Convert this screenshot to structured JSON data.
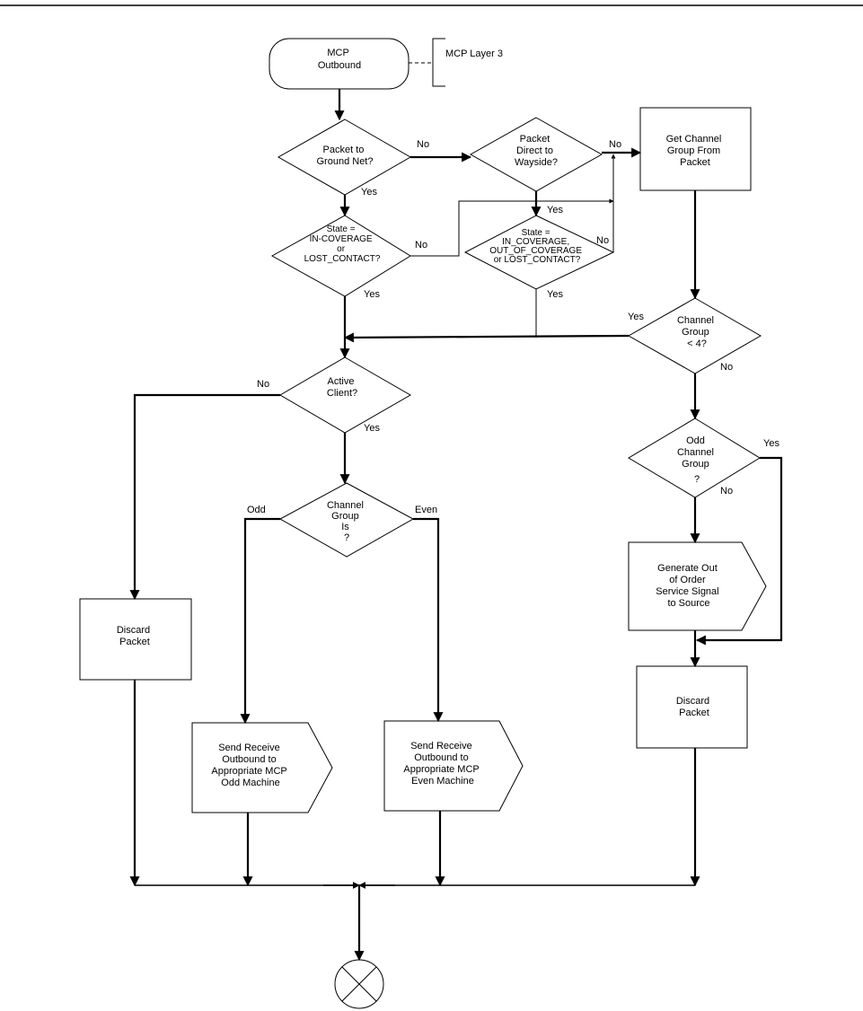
{
  "start": {
    "lines": [
      "MCP",
      "Outbound"
    ]
  },
  "annotation": {
    "label": "MCP Layer 3"
  },
  "decisions": {
    "ground_net": {
      "lines": [
        "Packet to",
        "Ground Net?"
      ]
    },
    "direct_wayside": {
      "lines": [
        "Packet",
        "Direct to",
        "Wayside?"
      ]
    },
    "state_left": {
      "lines": [
        "State =",
        "IN-COVERAGE",
        "or",
        "LOST_CONTACT?"
      ]
    },
    "state_right": {
      "lines": [
        "State =",
        "IN_COVERAGE,",
        "OUT_OF_COVERAGE",
        "or LOST_CONTACT?"
      ]
    },
    "channel_lt4": {
      "lines": [
        "Channel",
        "Group",
        "< 4?"
      ]
    },
    "active_client": {
      "lines": [
        "Active",
        "Client?"
      ]
    },
    "odd_group": {
      "lines": [
        "Odd",
        "Channel",
        "Group",
        "?"
      ]
    },
    "group_is": {
      "lines": [
        "Channel",
        "Group",
        "Is",
        "?"
      ]
    }
  },
  "processes": {
    "get_channel": {
      "lines": [
        "Get Channel",
        "Group From",
        "Packet"
      ]
    },
    "discard_left": {
      "lines": [
        "Discard",
        "Packet"
      ]
    },
    "discard_right": {
      "lines": [
        "Discard",
        "Packet"
      ]
    }
  },
  "signals": {
    "out_of_order": {
      "lines": [
        "Generate Out",
        "of Order",
        "Service Signal",
        "to Source"
      ]
    },
    "send_odd": {
      "lines": [
        "Send Receive",
        "Outbound to",
        "Appropriate MCP",
        "Odd Machine"
      ]
    },
    "send_even": {
      "lines": [
        "Send Receive",
        "Outbound to",
        "Appropriate MCP",
        "Even Machine"
      ]
    }
  },
  "edge_labels": {
    "ground_no": "No",
    "ground_yes": "Yes",
    "wayside_no": "No",
    "wayside_yes": "Yes",
    "state_left_no": "No",
    "state_left_yes": "Yes",
    "state_right_no": "No",
    "state_right_yes": "Yes",
    "channel_yes": "Yes",
    "channel_no": "No",
    "active_no": "No",
    "active_yes": "Yes",
    "odd_yes": "Yes",
    "odd_no": "No",
    "group_odd": "Odd",
    "group_even": "Even"
  }
}
